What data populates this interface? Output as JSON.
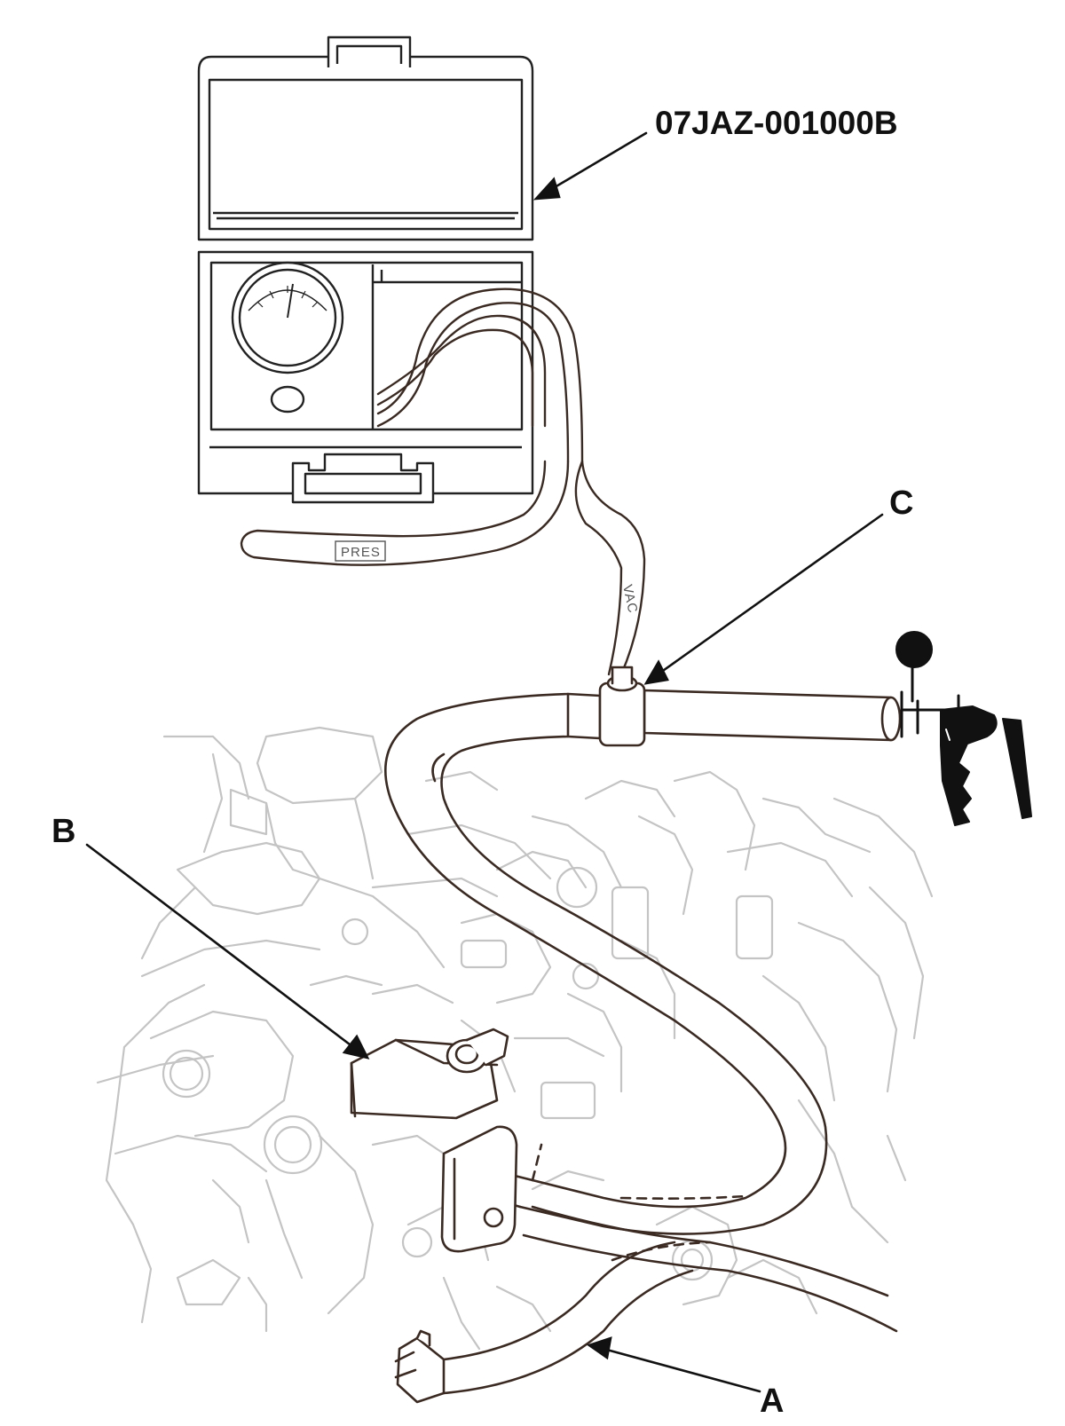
{
  "callouts": {
    "tool_part_number": "07JAZ-001000B",
    "c": "C",
    "b": "B",
    "a": "A"
  },
  "hose_tags": {
    "press": "PRES",
    "vac": "VAC"
  },
  "colors": {
    "ink": "#111111",
    "hose_outline": "#3a2a22",
    "background_engine": "#c4c4c4"
  }
}
